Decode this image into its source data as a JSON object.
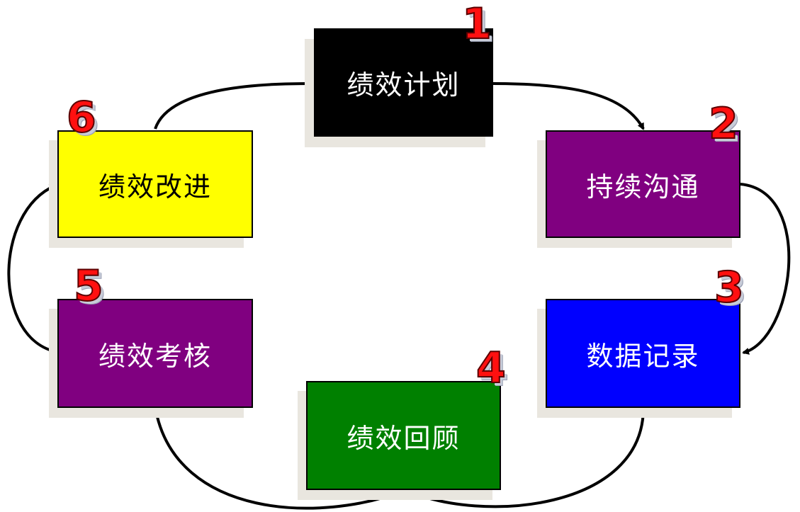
{
  "colors": {
    "arrow": "#000000",
    "number_fill": "#ff1010",
    "shadow": "#e9e6df"
  },
  "steps": [
    {
      "number": "1",
      "label": "绩效计划",
      "fill": "#000000",
      "text_color": "#ffffff"
    },
    {
      "number": "2",
      "label": "持续沟通",
      "fill": "#800080",
      "text_color": "#ffffff"
    },
    {
      "number": "3",
      "label": "数据记录",
      "fill": "#0000ff",
      "text_color": "#ffffff"
    },
    {
      "number": "4",
      "label": "绩效回顾",
      "fill": "#008000",
      "text_color": "#ffffff"
    },
    {
      "number": "5",
      "label": "绩效考核",
      "fill": "#800080",
      "text_color": "#ffffff"
    },
    {
      "number": "6",
      "label": "绩效改进",
      "fill": "#ffff00",
      "text_color": "#000000"
    }
  ]
}
